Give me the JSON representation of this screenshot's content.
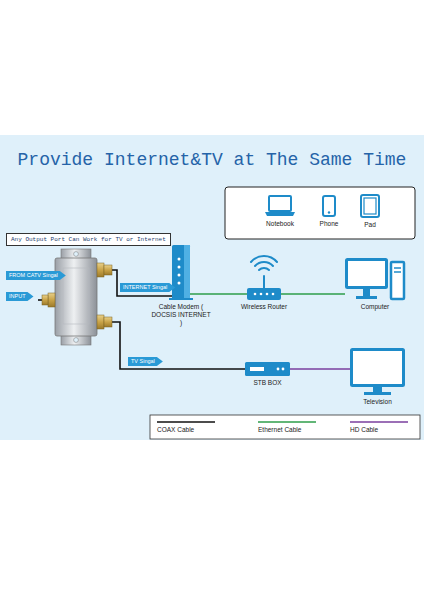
{
  "diagram": {
    "title": "Provide Internet&TV at The Same Time",
    "nodes": [
      {
        "text": [
          "Any Output Port Can Work for TV or Internet"
        ]
      },
      {
        "text": [
          "Notebook"
        ]
      },
      {
        "text": [
          "Phone"
        ]
      },
      {
        "text": [
          "Pad"
        ]
      },
      {
        "text": [
          "Cable Modem ( DOCSIS INTERNET )"
        ]
      },
      {
        "text": [
          "Wireless Router"
        ]
      },
      {
        "text": [
          "Computer"
        ]
      },
      {
        "text": [
          "STB BOX"
        ]
      },
      {
        "text": [
          "Television"
        ]
      }
    ],
    "edges": [
      {
        "from": 4,
        "to": 5,
        "arrow": "none"
      },
      {
        "from": 5,
        "to": 6,
        "arrow": "none"
      },
      {
        "from": 7,
        "to": 8,
        "arrow": "none"
      }
    ],
    "labels": [
      "FROM CATV Singal",
      "INPUT",
      "INTERNET Singal",
      "TV Singal"
    ],
    "legend": [
      {
        "text": "COAX Cable"
      },
      {
        "text": "Ethernet Cable"
      },
      {
        "text": "HD Cable"
      }
    ]
  }
}
